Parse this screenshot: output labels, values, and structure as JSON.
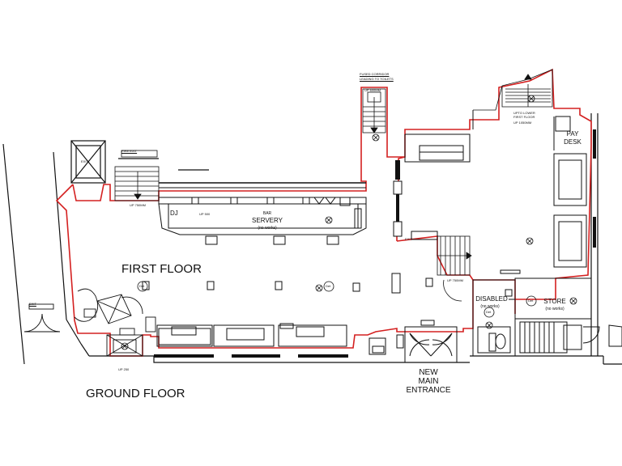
{
  "labels": {
    "first_floor": "FIRST FLOOR",
    "ground_floor": "GROUND FLOOR",
    "new_main_entrance": [
      "NEW",
      "MAIN",
      "ENTRANCE"
    ],
    "bar": "BAR",
    "servery": "SERVERY",
    "servery_note": "(no works)",
    "dj": "DJ",
    "disabled": "DISABLED",
    "disabled_note": "(no works)",
    "store": "STORE",
    "store_note": "(no works)",
    "pay_desk": [
      "PAY",
      "DESK"
    ],
    "upto_lower_first_floor": [
      "UPTO LOWER",
      "FIRST FLOOR"
    ],
    "fused_corridor": [
      "FUSED CORRIDOR",
      "LEADING TO TOILETS"
    ],
    "up_750mm": "UP 750MM",
    "up_500": "UP 500",
    "up_250": "UP 250",
    "up_600": "UP 600MM",
    "up_1050": "UP 1050MM",
    "exit_sign": "EXIT",
    "fire_exit": "FIRE EXIT",
    "det_a": "Det",
    "det_b": "Det",
    "det_c": "Det",
    "det_d": "Det"
  },
  "colors": {
    "line": "#111111",
    "boundary": "#d42020",
    "fill_dark": "#1a1a1a",
    "background": "#ffffff"
  },
  "icons": [
    "light-fitting-icon",
    "detector-icon",
    "door-swing-icon",
    "stair-icon"
  ]
}
